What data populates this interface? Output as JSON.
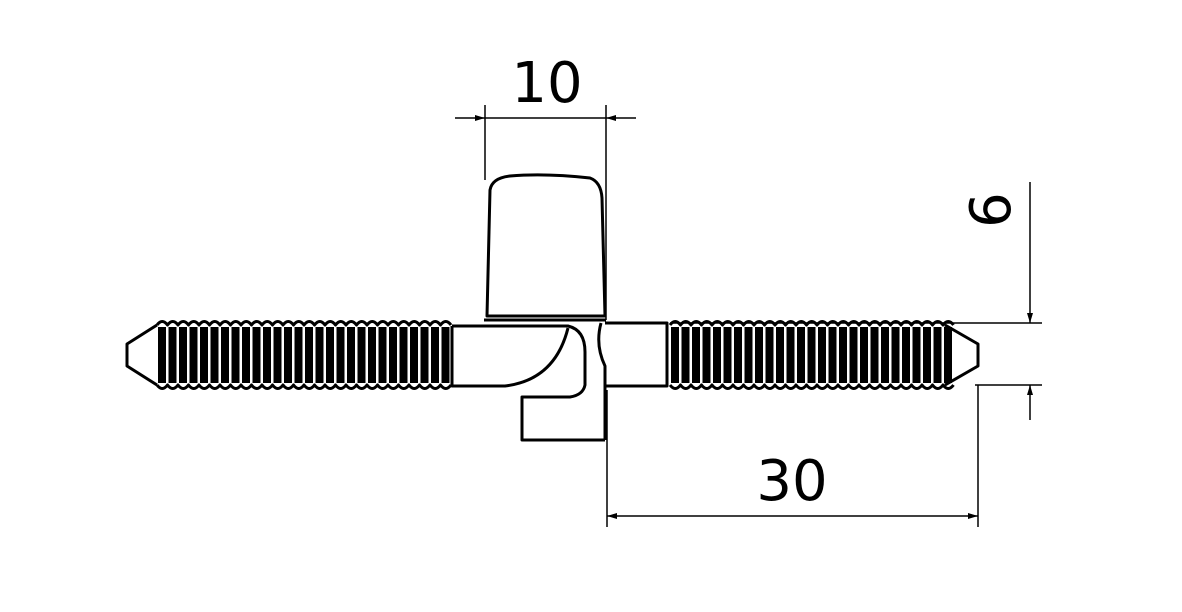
{
  "drawing": {
    "dimensions": {
      "width_top": "10",
      "length_right": "30",
      "diameter": "6"
    },
    "colors": {
      "line": "#000000",
      "background": "#ffffff"
    }
  }
}
